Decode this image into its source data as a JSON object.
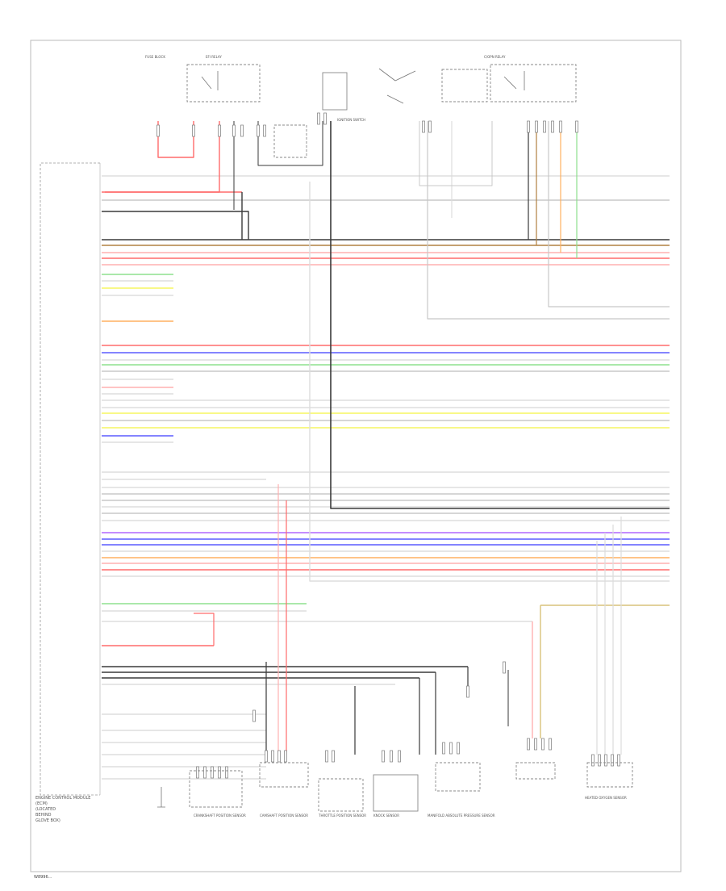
{
  "diagram": {
    "footer_id": "W8996...",
    "ecm_label": [
      "ENGINE CONTROL MODULE",
      "(ECM)",
      "(LOCATED",
      "BEHIND",
      "GLOVE BOX)"
    ],
    "wire_colors": {
      "black": "#3a3a3a",
      "red": "#ff6b6b",
      "pink": "#ffb0b0",
      "blue": "#5b5bff",
      "purple": "#b066ff",
      "green": "#8ee08e",
      "yellow": "#f5f560",
      "orange": "#ffb060",
      "tan": "#d9c27a",
      "brown": "#b08040",
      "gray": "#c8c8c8",
      "ltgray": "#dddddd"
    },
    "components": [
      {
        "id": "main-relay",
        "label": "EFI RELAY"
      },
      {
        "id": "ignition-switch",
        "label": "IGNITION SWITCH"
      },
      {
        "id": "circuit-opening-relay",
        "label": "C/OPN RELAY"
      },
      {
        "id": "fuse-block",
        "label": "FUSE BLOCK"
      },
      {
        "id": "crank-sensor",
        "label": "CRANKSHAFT POSITION SENSOR"
      },
      {
        "id": "camshaft-sensor",
        "label": "CAMSHAFT POSITION SENSOR"
      },
      {
        "id": "throttle-sensor",
        "label": "THROTTLE POSITION SENSOR"
      },
      {
        "id": "knock-sensor",
        "label": "KNOCK SENSOR"
      },
      {
        "id": "map-sensor",
        "label": "MANIFOLD ABSOLUTE PRESSURE SENSOR"
      },
      {
        "id": "o2-sensor",
        "label": "HEATED OXYGEN SENSOR"
      }
    ]
  }
}
